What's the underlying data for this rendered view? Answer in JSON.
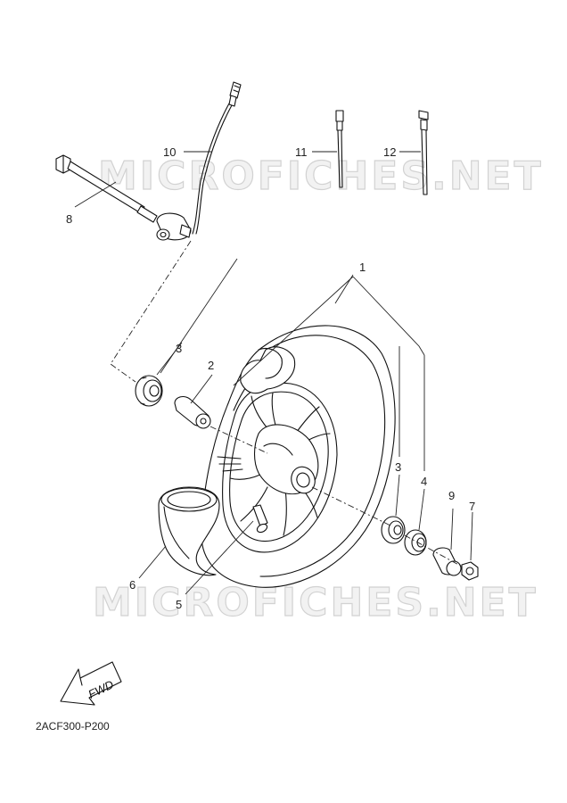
{
  "watermark": {
    "text_top": "MICROFICHES.NET",
    "text_bottom": "MICROFICHES.NET"
  },
  "callouts": {
    "p1": "1",
    "p2": "2",
    "p3a": "3",
    "p3b": "3",
    "p4": "4",
    "p5": "5",
    "p6": "6",
    "p7": "7",
    "p8": "8",
    "p9": "9",
    "p10": "10",
    "p11": "11",
    "p12": "12"
  },
  "fwd_label": "FWD",
  "diagram_code": "2ACF300-P200",
  "icons": {
    "direction": "forward-arrow-icon"
  }
}
